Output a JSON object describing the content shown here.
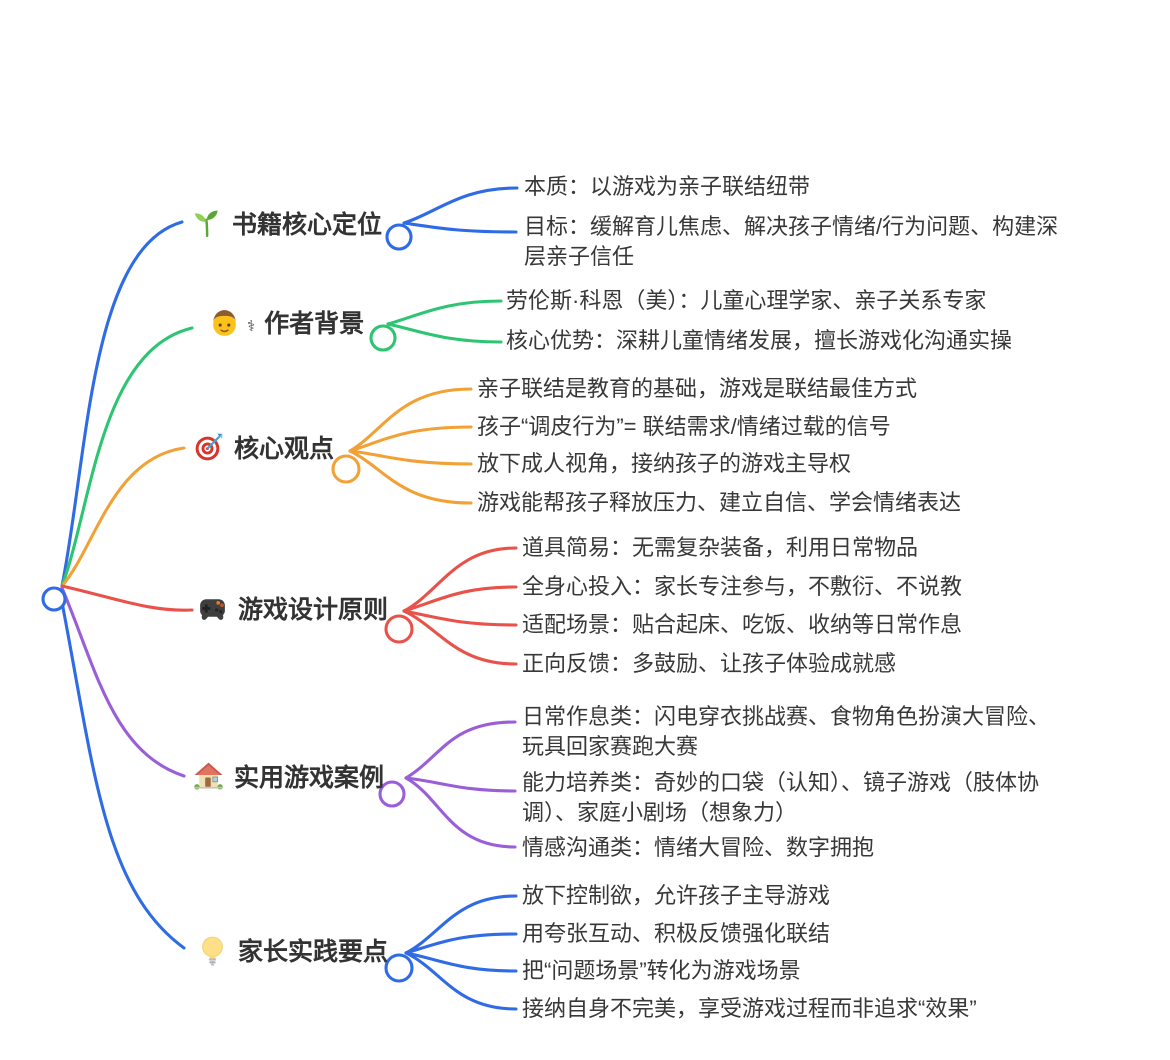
{
  "meta": {
    "background": "#ffffff",
    "text_color": "#383838"
  },
  "root": {
    "color": "#2f6be4"
  },
  "branches": [
    {
      "label": "书籍核心定位",
      "icon": "seedling-icon",
      "color": "#2f6be4",
      "children": [
        {
          "text": "本质：以游戏为亲子联结纽带"
        },
        {
          "text": "目标：缓解育儿焦虑、解决孩子情绪/行为问题、构建深层亲子信任"
        }
      ]
    },
    {
      "label": "作者背景",
      "icon": "person-icon",
      "icon_glyph": "⚕",
      "color": "#2ec572",
      "children": [
        {
          "text": "劳伦斯·科恩（美）：儿童心理学家、亲子关系专家"
        },
        {
          "text": "核心优势：深耕儿童情绪发展，擅长游戏化沟通实操"
        }
      ]
    },
    {
      "label": "核心观点",
      "icon": "dart-target-icon",
      "color": "#f2a136",
      "children": [
        {
          "text": "亲子联结是教育的基础，游戏是联结最佳方式"
        },
        {
          "text": "孩子“调皮行为”= 联结需求/情绪过载的信号"
        },
        {
          "text": "放下成人视角，接纳孩子的游戏主导权"
        },
        {
          "text": "游戏能帮孩子释放压力、建立自信、学会情绪表达"
        }
      ]
    },
    {
      "label": "游戏设计原则",
      "icon": "game-controller-icon",
      "color": "#e8524a",
      "children": [
        {
          "text": "道具简易：无需复杂装备，利用日常物品"
        },
        {
          "text": "全身心投入：家长专注参与，不敷衍、不说教"
        },
        {
          "text": "适配场景：贴合起床、吃饭、收纳等日常作息"
        },
        {
          "text": "正向反馈：多鼓励、让孩子体验成就感"
        }
      ]
    },
    {
      "label": "实用游戏案例",
      "icon": "house-icon",
      "color": "#9a5fd8",
      "children": [
        {
          "text": "日常作息类：闪电穿衣挑战赛、食物角色扮演大冒险、玩具回家赛跑大赛"
        },
        {
          "text": "能力培养类：奇妙的口袋（认知）、镜子游戏（肢体协调）、家庭小剧场（想象力）"
        },
        {
          "text": "情感沟通类：情绪大冒险、数字拥抱"
        }
      ]
    },
    {
      "label": "家长实践要点",
      "icon": "light-bulb-icon",
      "color": "#2f6be4",
      "children": [
        {
          "text": "放下控制欲，允许孩子主导游戏"
        },
        {
          "text": "用夸张互动、积极反馈强化联结"
        },
        {
          "text": "把“问题场景”转化为游戏场景"
        },
        {
          "text": "接纳自身不完美，享受游戏过程而非追求“效果”"
        }
      ]
    }
  ]
}
